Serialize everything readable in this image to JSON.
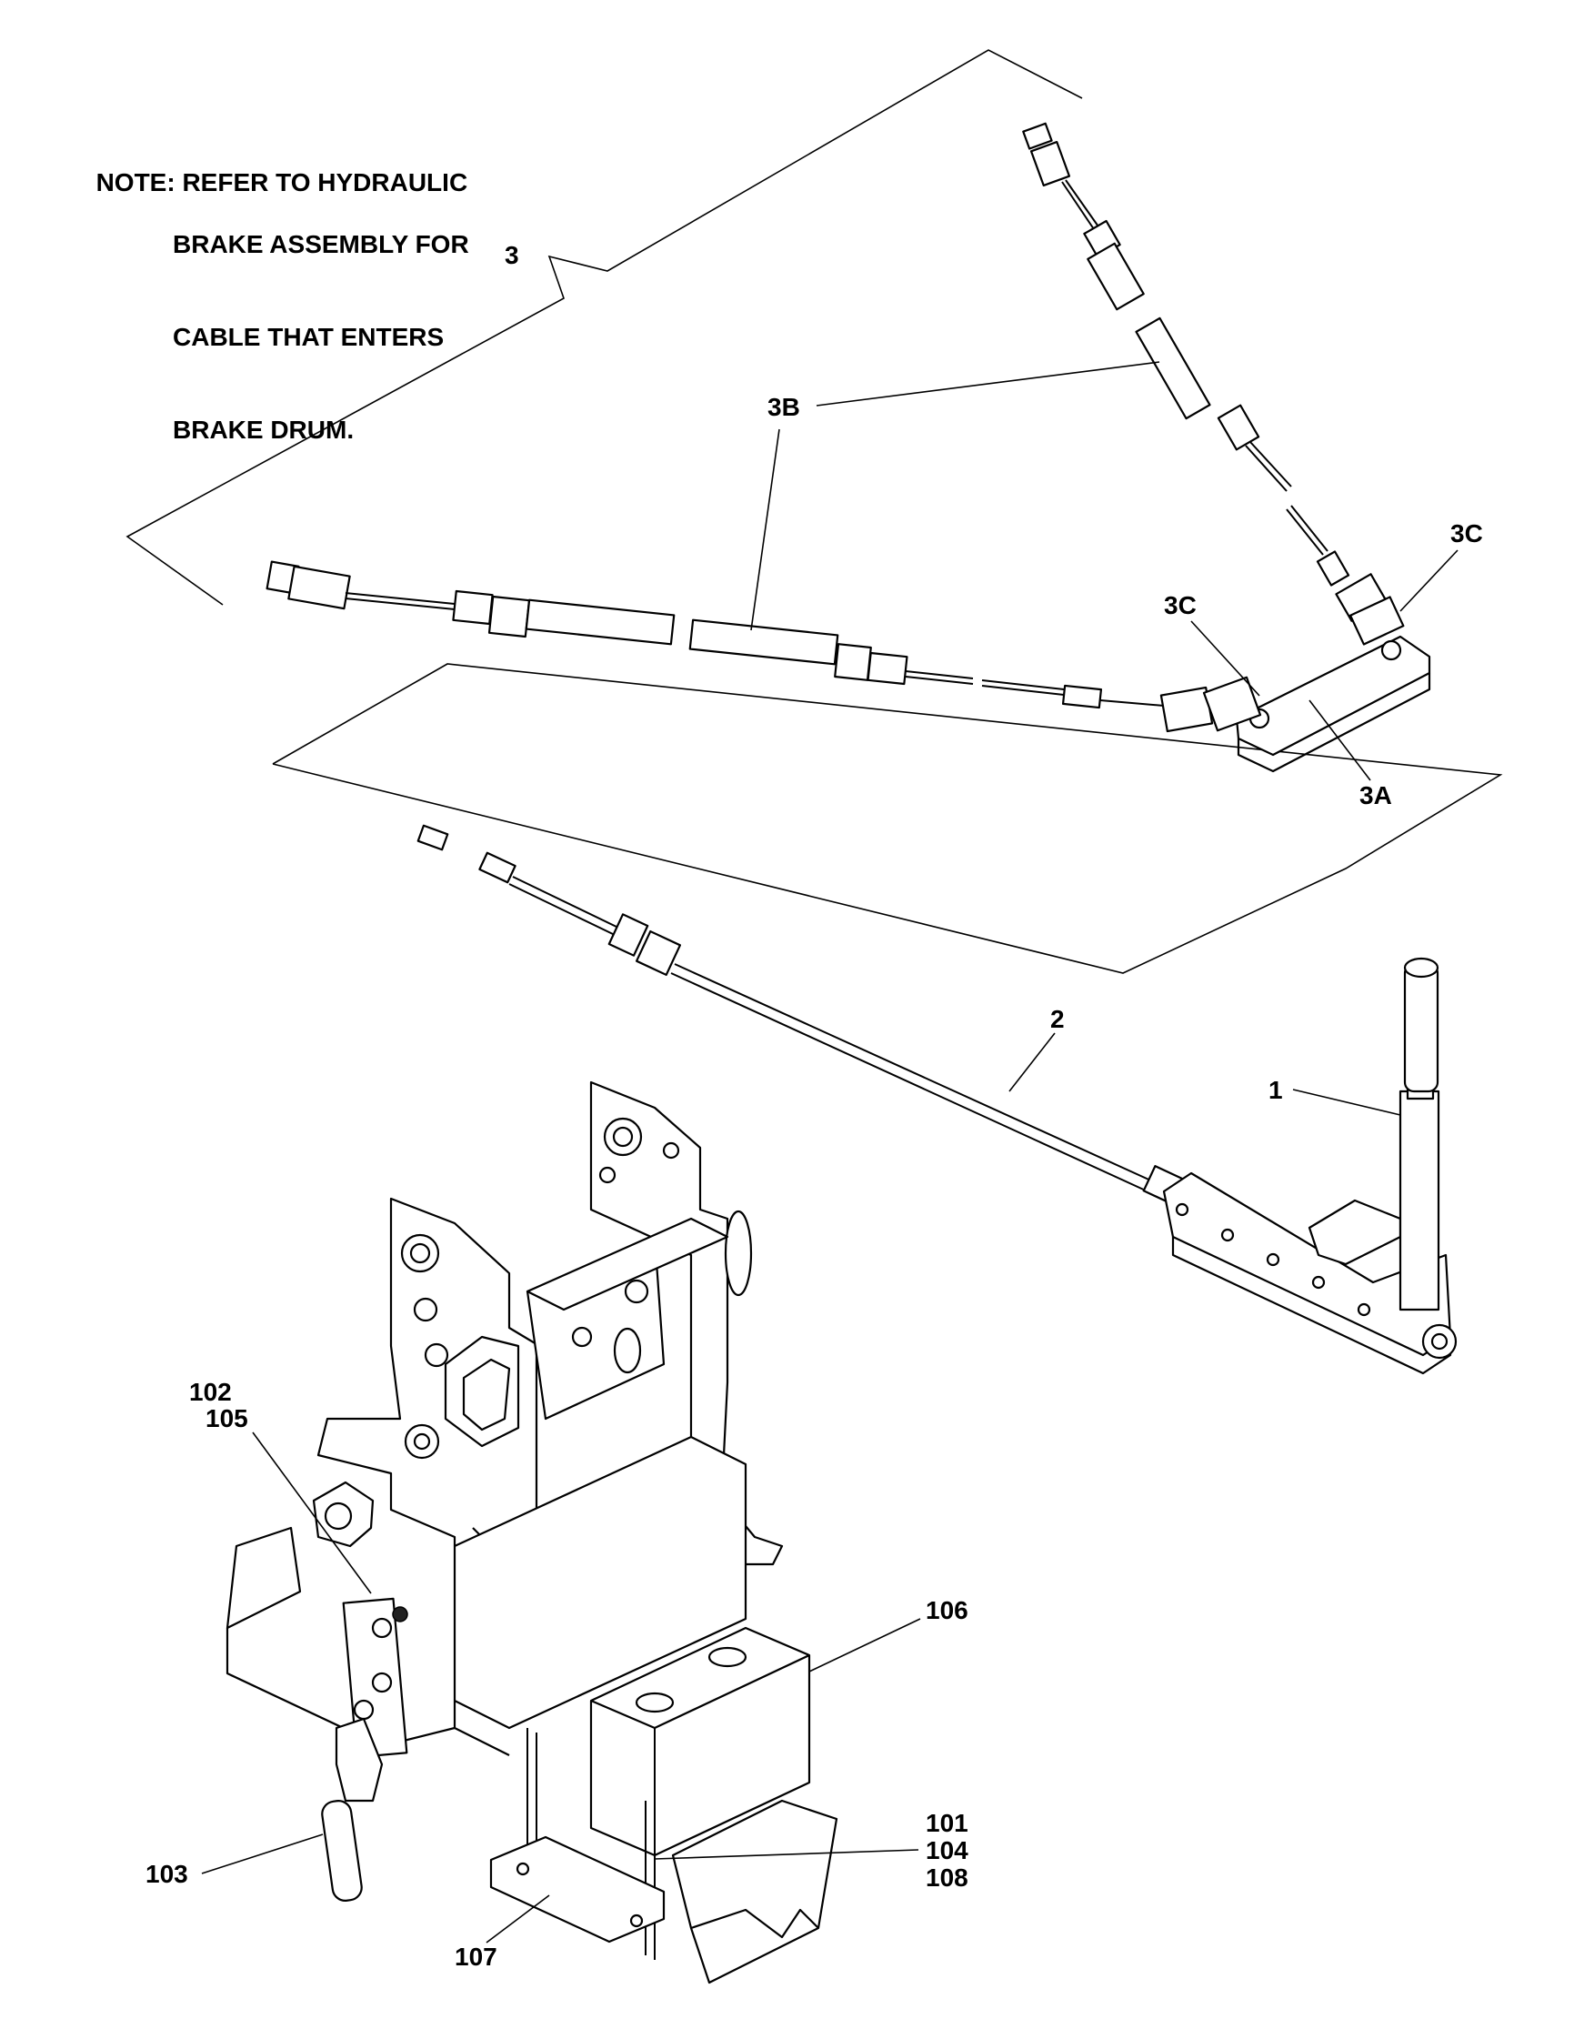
{
  "note": {
    "lines": [
      "NOTE: REFER TO HYDRAULIC",
      "BRAKE ASSEMBLY FOR",
      "CABLE THAT ENTERS",
      "BRAKE DRUM."
    ]
  },
  "callouts": {
    "c1": "1",
    "c2": "2",
    "c3": "3",
    "c3a": "3A",
    "c3b": "3B",
    "c3c_left": "3C",
    "c3c_right": "3C",
    "c101": "101",
    "c102": "102",
    "c103": "103",
    "c104": "104",
    "c105": "105",
    "c106": "106",
    "c107": "107",
    "c108": "108"
  }
}
